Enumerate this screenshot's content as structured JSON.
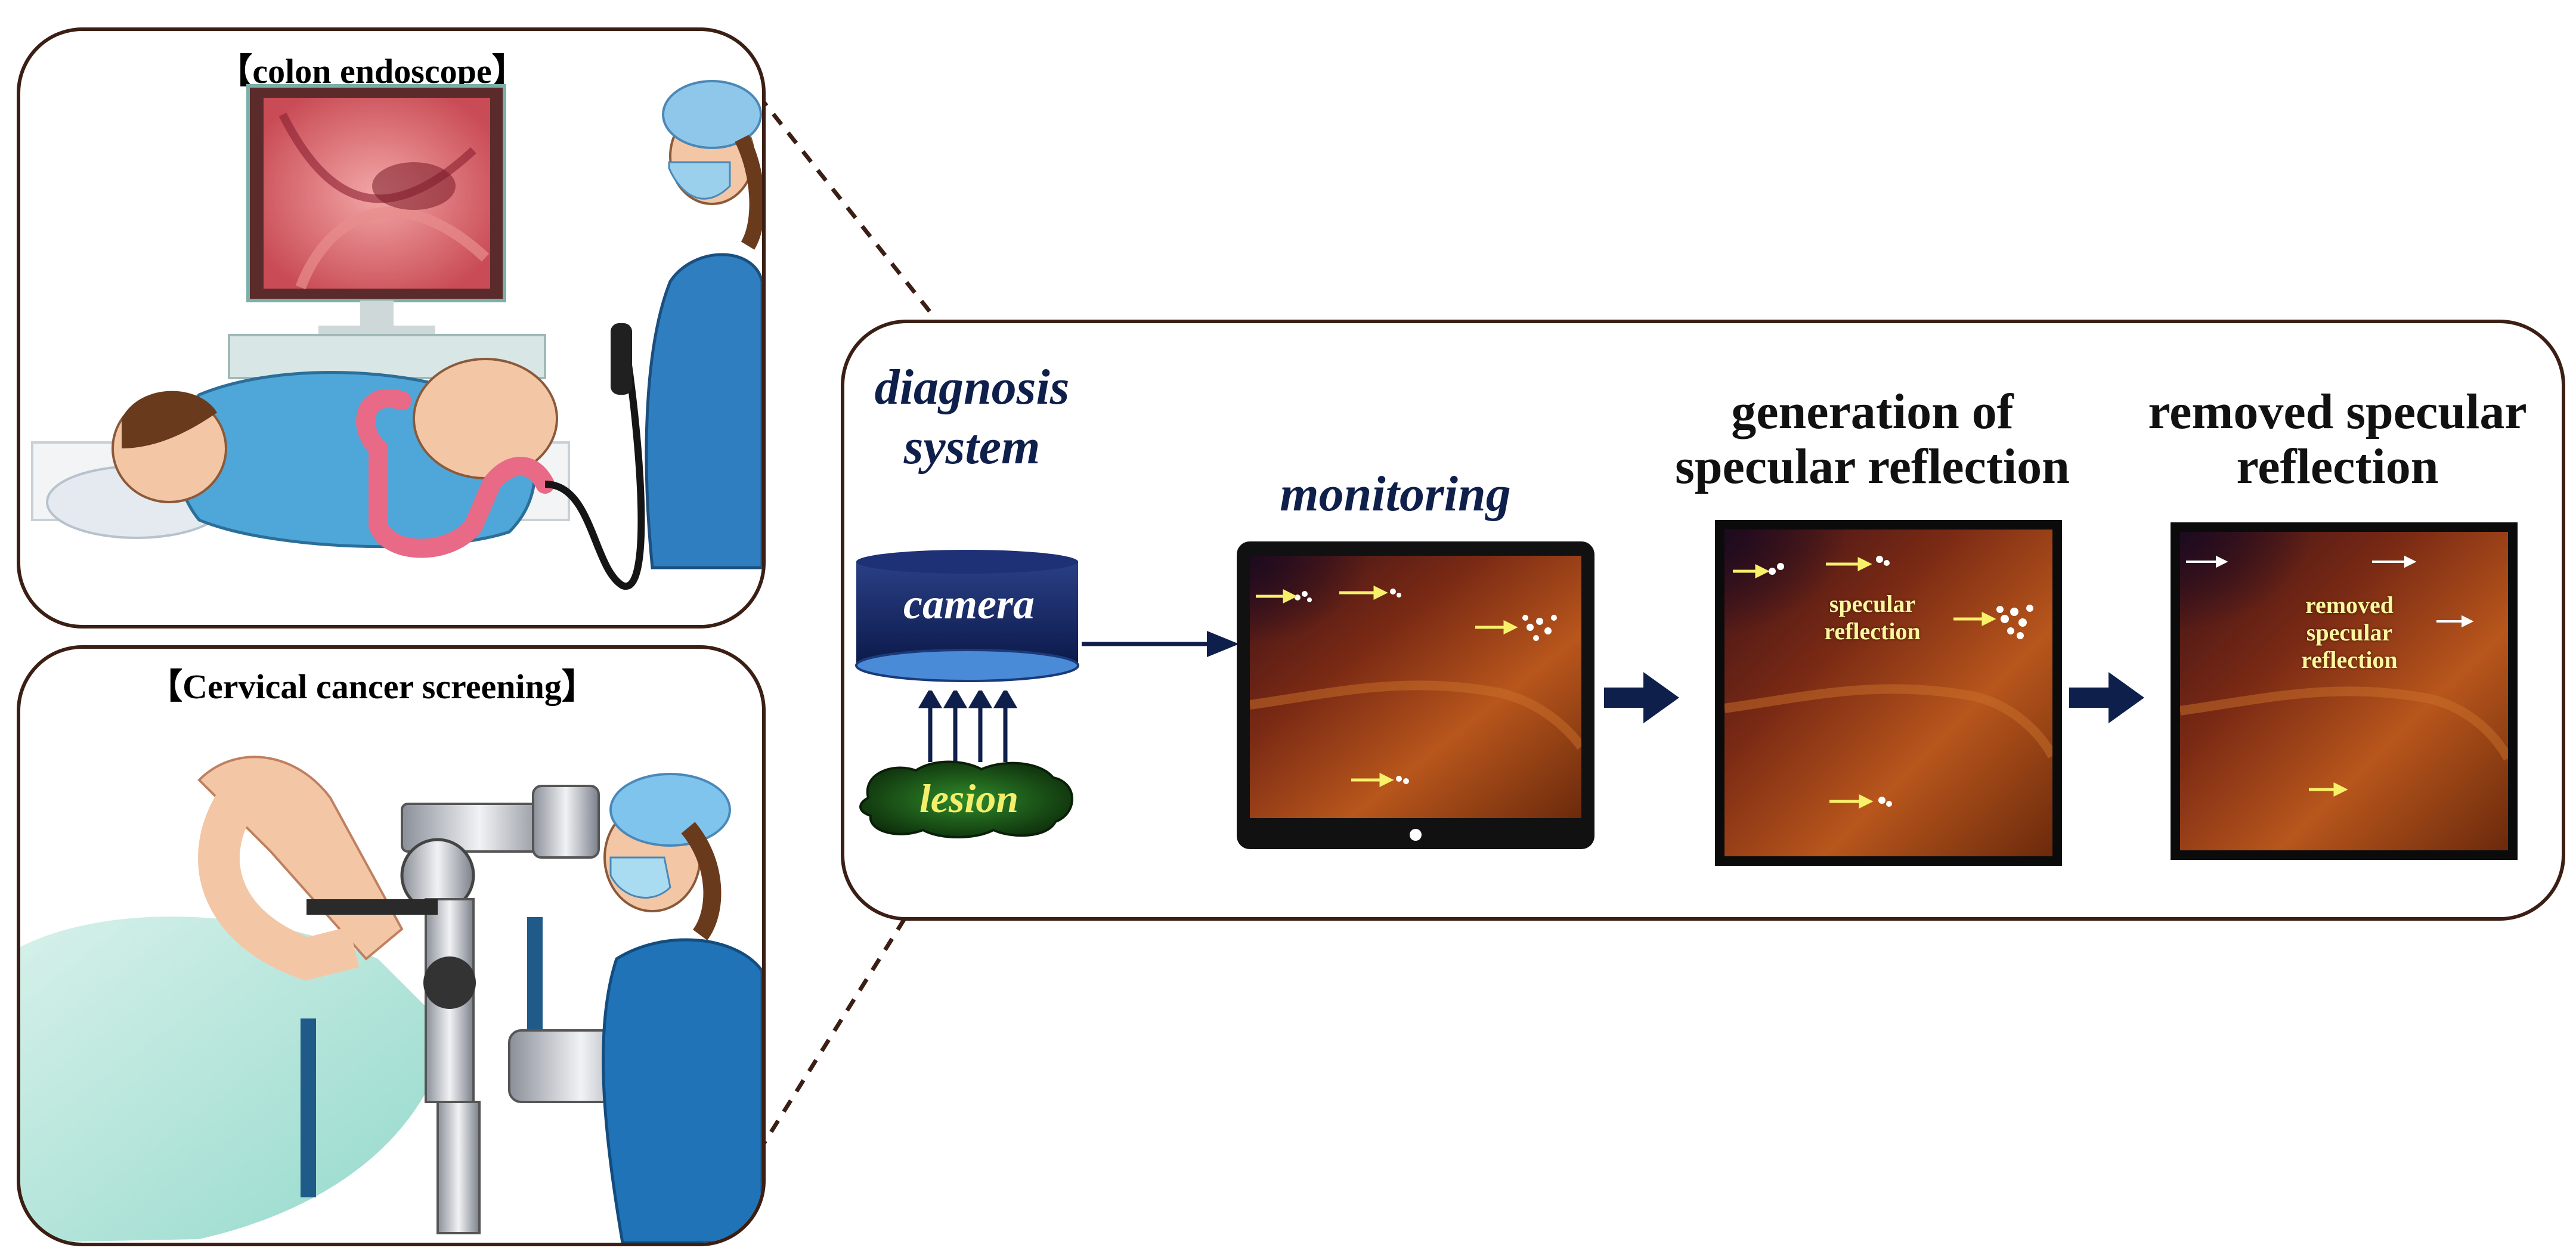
{
  "scenes": {
    "colon": {
      "title": "【colon endoscope】"
    },
    "cervical": {
      "title": "【Cervical cancer screening】"
    }
  },
  "system": {
    "title_line1": "diagnosis",
    "title_line2": "system",
    "camera_label": "camera",
    "lesion_label": "lesion",
    "monitoring_title": "monitoring",
    "generation_title_line1": "generation of",
    "generation_title_line2": "specular reflection",
    "generation_image_label_line1": "specular",
    "generation_image_label_line2": "reflection",
    "removed_title_line1": "removed specular",
    "removed_title_line2": "reflection",
    "removed_image_label_line1": "removed",
    "removed_image_label_line2": "specular",
    "removed_image_label_line3": "reflection"
  },
  "colors": {
    "panel_border": "#3b1f14",
    "navy": "#0f1f4b",
    "yellow_label": "#fff7a0"
  }
}
